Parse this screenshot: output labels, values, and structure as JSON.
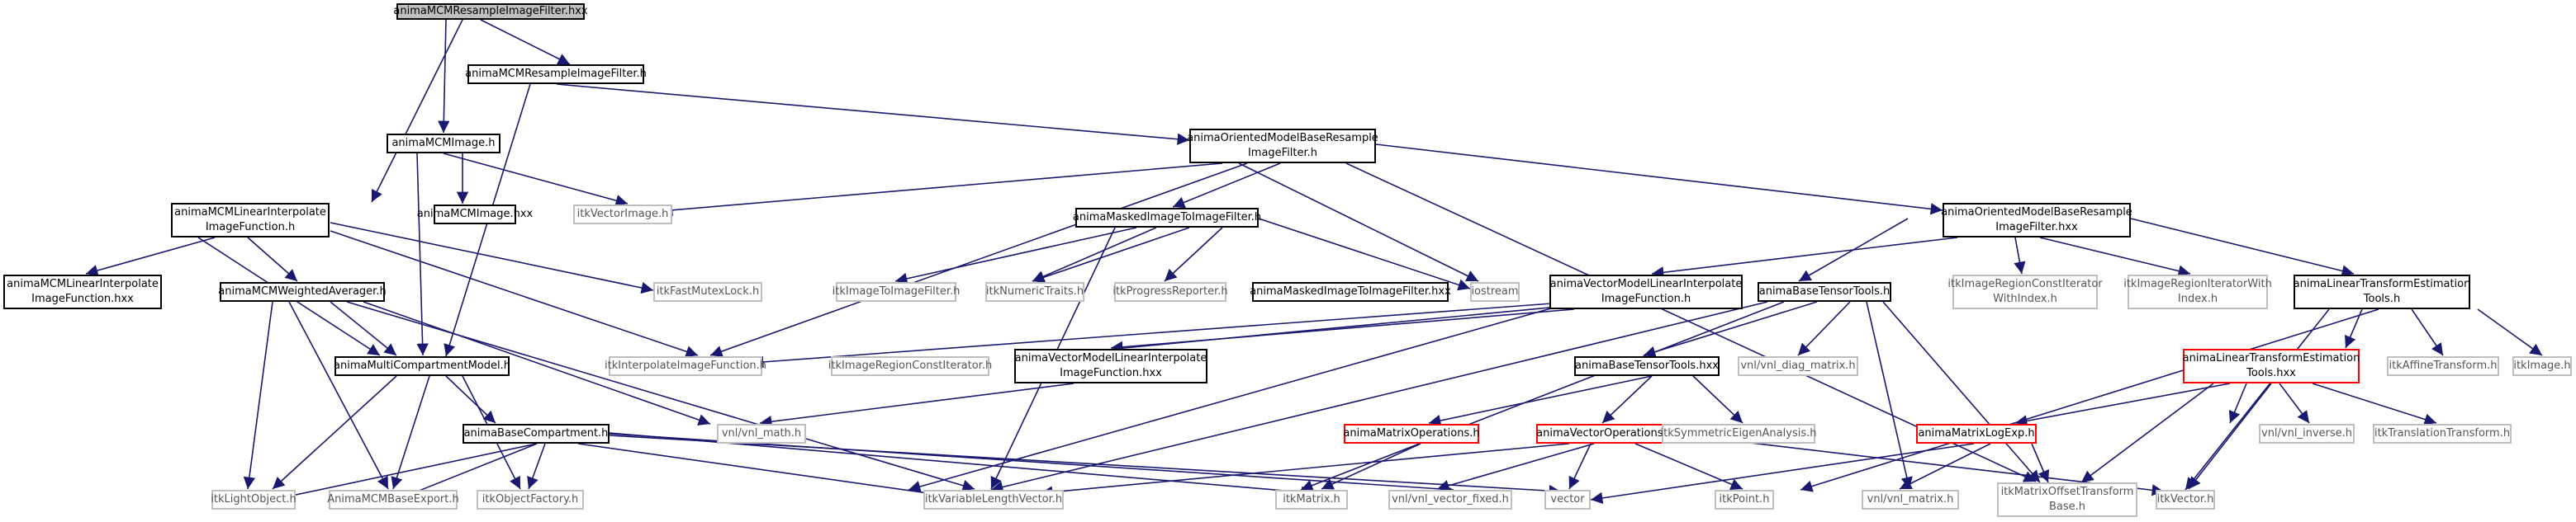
{
  "diagram": {
    "type": "include dependency graph",
    "colors": {
      "root_fill": "#bfbfbf",
      "node_border": "#000000",
      "external_border": "#bfbfbf",
      "incomplete_border": "#ff0000",
      "edge_color": "#191970"
    },
    "nodes": {
      "n_root": "animaMCMResampleImageFilter.hxx",
      "n_rf": "animaMCMResampleImageFilter.h",
      "n_mcmimg": "animaMCMImage.h",
      "n_mcmimghxx": "animaMCMImage.hxx",
      "n_omb": "animaOrientedModelBaseResample\nImageFilter.h",
      "n_itkvi": "itkVectorImage.h",
      "n_lin": "animaMCMLinearInterpolate\nImageFunction.h",
      "n_linhxx": "animaMCMLinearInterpolate\nImageFunction.hxx",
      "n_mask": "animaMaskedImageToImageFilter.h",
      "n_ombhxx": "animaOrientedModelBaseResample\nImageFilter.hxx",
      "n_wavg": "animaMCMWeightedAverager.h",
      "n_fml": "itkFastMutexLock.h",
      "n_i2i": "itkImageToImageFilter.h",
      "n_nt": "itkNumericTraits.h",
      "n_pr": "itkProgressReporter.h",
      "n_maskhxx": "animaMaskedImageToImageFilter.hxx",
      "n_iostream": "iostream",
      "n_vml": "animaVectorModelLinearInterpolate\nImageFunction.h",
      "n_btt": "animaBaseTensorTools.h",
      "n_irci": "itkImageRegionConstIterator\nWithIndex.h",
      "n_iri": "itkImageRegionIteratorWith\nIndex.h",
      "n_lte": "animaLinearTransformEstimation\nTools.h",
      "n_mcm": "animaMultiCompartmentModel.h",
      "n_iif": "itkInterpolateImageFunction.h",
      "n_ircit": "itkImageRegionConstIterator.h",
      "n_vmlhxx": "animaVectorModelLinearInterpolate\nImageFunction.hxx",
      "n_btthxx": "animaBaseTensorTools.hxx",
      "n_vdiag": "vnl/vnl_diag_matrix.h",
      "n_ltehxx": "animaLinearTransformEstimation\nTools.hxx",
      "n_aff": "itkAffineTransform.h",
      "n_itkimg": "itkImage.h",
      "n_vmath": "vnl/vnl_math.h",
      "n_bc": "animaBaseCompartment.h",
      "n_mo": "animaMatrixOperations.h",
      "n_vo": "animaVectorOperations.h",
      "n_sea": "itkSymmetricEigenAnalysis.h",
      "n_mle": "animaMatrixLogExp.h",
      "n_vinv": "vnl/vnl_inverse.h",
      "n_tt": "itkTranslationTransform.h",
      "n_lo": "itkLightObject.h",
      "n_export": "AnimaMCMBaseExport.h",
      "n_of": "itkObjectFactory.h",
      "n_vlv": "itkVariableLengthVector.h",
      "n_mat": "itkMatrix.h",
      "n_vvf": "vnl/vnl_vector_fixed.h",
      "n_vector": "vector",
      "n_pt": "itkPoint.h",
      "n_vmat": "vnl/vnl_matrix.h",
      "n_mot": "itkMatrixOffsetTransform\nBase.h",
      "n_vec": "itkVector.h"
    }
  }
}
